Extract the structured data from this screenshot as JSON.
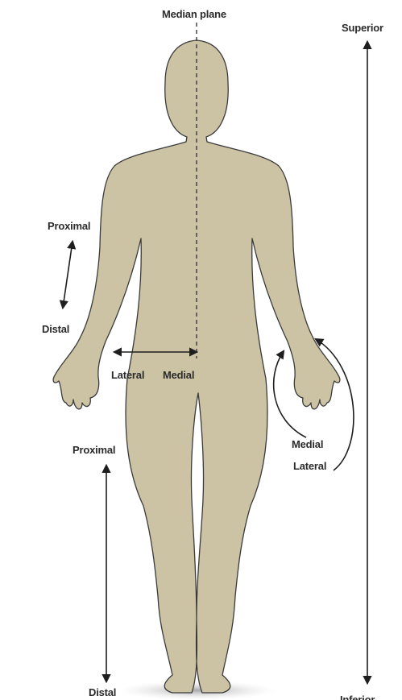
{
  "diagram": {
    "labels": {
      "median_plane": "Median plane",
      "superior": "Superior",
      "inferior": "Inferior",
      "proximal_upper": "Proximal",
      "distal_upper": "Distal",
      "proximal_lower": "Proximal",
      "distal_lower": "Distal",
      "lateral": "Lateral",
      "medial": "Medial",
      "medial_arm": "Medial",
      "lateral_arm": "Lateral"
    },
    "colors": {
      "body_fill": "#cbc3a4",
      "body_outline": "#3a3a3a",
      "arrow": "#1e1e1e",
      "ground_shadow": "#c8c8c8"
    }
  }
}
